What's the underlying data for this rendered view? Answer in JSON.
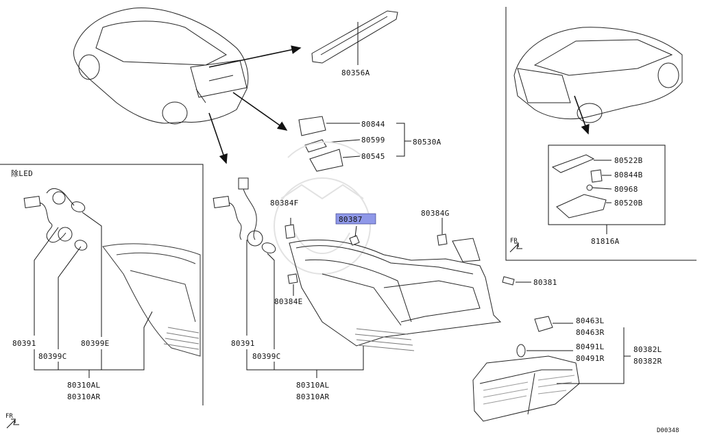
{
  "diagram": {
    "note_left": "除LED",
    "direction_left": "FR",
    "direction_inset": "FR",
    "drawing_code": "D00348",
    "highlight_color": "#8f98e8",
    "parts": {
      "p80356A": "80356A",
      "p80844": "80844",
      "p80599": "80599",
      "p80545": "80545",
      "p80530A": "80530A",
      "p80387": "80387",
      "p80384F": "80384F",
      "p80384G": "80384G",
      "p80384E": "80384E",
      "p80381": "80381",
      "left_80391": "80391",
      "left_80399E": "80399E",
      "left_80399C": "80399C",
      "left_80310AL": "80310AL",
      "left_80310AR": "80310AR",
      "mid_80391": "80391",
      "mid_80399C": "80399C",
      "mid_80310AL": "80310AL",
      "mid_80310AR": "80310AR",
      "p80463L": "80463L",
      "p80463R": "80463R",
      "p80491L": "80491L",
      "p80491R": "80491R",
      "p80382L": "80382L",
      "p80382R": "80382R",
      "p80522B": "80522B",
      "p80844B": "80844B",
      "p80968": "80968",
      "p80520B": "80520B",
      "p81816A": "81816A"
    }
  }
}
